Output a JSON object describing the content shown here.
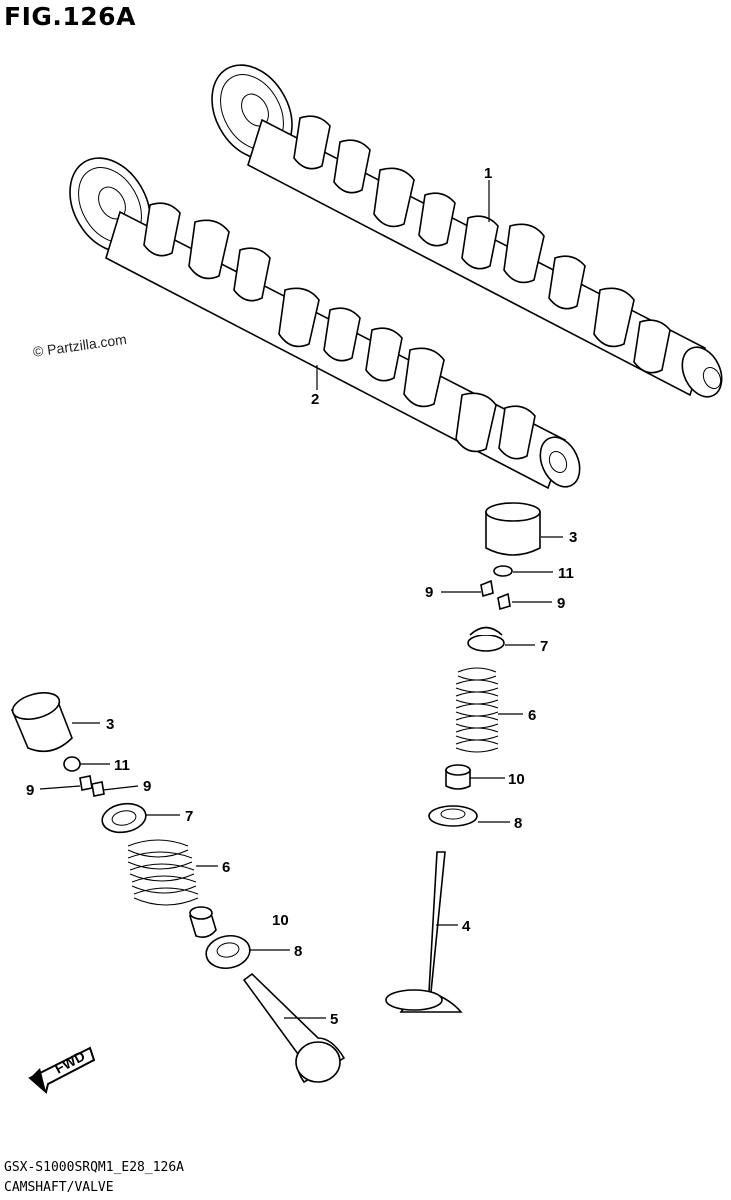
{
  "figure": {
    "title": "FIG.126A",
    "copyright": "© Partzilla.com",
    "code": "GSX-S1000SRQM1_E28_126A",
    "name": "CAMSHAFT/VALVE",
    "fwd_label": "FWD"
  },
  "callouts": [
    {
      "id": "callout-1",
      "label": "1"
    },
    {
      "id": "callout-2",
      "label": "2"
    },
    {
      "id": "callout-3-right",
      "label": "3"
    },
    {
      "id": "callout-11-right",
      "label": "11"
    },
    {
      "id": "callout-9-right-a",
      "label": "9"
    },
    {
      "id": "callout-9-right-b",
      "label": "9"
    },
    {
      "id": "callout-7-right",
      "label": "7"
    },
    {
      "id": "callout-6-right",
      "label": "6"
    },
    {
      "id": "callout-10-right",
      "label": "10"
    },
    {
      "id": "callout-8-right",
      "label": "8"
    },
    {
      "id": "callout-4",
      "label": "4"
    },
    {
      "id": "callout-3-left",
      "label": "3"
    },
    {
      "id": "callout-11-left",
      "label": "11"
    },
    {
      "id": "callout-9-left-a",
      "label": "9"
    },
    {
      "id": "callout-9-left-b",
      "label": "9"
    },
    {
      "id": "callout-7-left",
      "label": "7"
    },
    {
      "id": "callout-6-left",
      "label": "6"
    },
    {
      "id": "callout-10-left",
      "label": "10"
    },
    {
      "id": "callout-8-left",
      "label": "8"
    },
    {
      "id": "callout-5",
      "label": "5"
    }
  ]
}
